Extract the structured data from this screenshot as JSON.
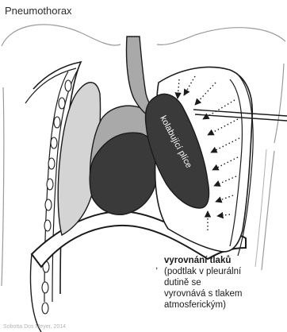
{
  "title": "Pneumothorax",
  "labels": {
    "collapsed_lung": "kolabující plíce"
  },
  "caption": {
    "heading": "vyrovnání tlaků",
    "lines": [
      "(podtlak v pleurální",
      "dutině se",
      "vyrovnává s tlakem",
      "atmosferickým)"
    ]
  },
  "credit": "Sobotta Dos Meyer, 2014",
  "colors": {
    "dark_lung": "#3a3a3a",
    "grey_lung": "#a9a9a9",
    "light_lung": "#d4d4d4",
    "outline": "#1b1b1b"
  }
}
